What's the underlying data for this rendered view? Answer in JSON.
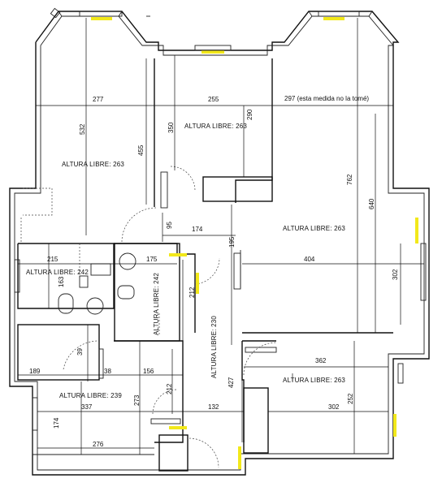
{
  "colors": {
    "wall": "#111111",
    "window_highlight": "#f2e81a",
    "background": "#ffffff"
  },
  "rooms": [
    "ALTURA LIBRE: 263",
    "ALTURA LIBRE: 263",
    "ALTURA LIBRE: 263",
    "ALTURA LIBRE: 242",
    "ALTURA LIBRE: 242",
    "ALTURA LIBRE: 230",
    "ALTURA LIBRE: 239",
    "ALTURA LIBRE: 263"
  ],
  "dims": [
    "277",
    "255",
    "297 (esta medida no la tomé)",
    "532",
    "350",
    "290",
    "455",
    "762",
    "640",
    "95",
    "174",
    "195",
    "215",
    "175",
    "404",
    "163",
    "212",
    "302",
    "39",
    "362",
    "189",
    "38",
    "156",
    "212",
    "427",
    "273",
    "337",
    "132",
    "302",
    "174",
    "252",
    "276"
  ]
}
